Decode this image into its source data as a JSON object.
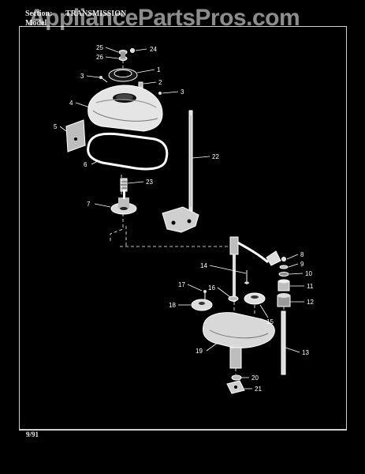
{
  "watermark": "AppliancePartsPros.com",
  "header": {
    "section_label": "Section:",
    "section_value": "TRANSMISSION",
    "model_label": "Model"
  },
  "footer": {
    "date": "9/91"
  },
  "callouts": [
    {
      "id": "c25",
      "text": "25"
    },
    {
      "id": "c24",
      "text": "24"
    },
    {
      "id": "c26",
      "text": "26"
    },
    {
      "id": "c1",
      "text": "1"
    },
    {
      "id": "c3a",
      "text": "3"
    },
    {
      "id": "c2",
      "text": "2"
    },
    {
      "id": "c3b",
      "text": "3"
    },
    {
      "id": "c4",
      "text": "4"
    },
    {
      "id": "c5",
      "text": "5"
    },
    {
      "id": "c6",
      "text": "6"
    },
    {
      "id": "c22",
      "text": "22"
    },
    {
      "id": "c23",
      "text": "23"
    },
    {
      "id": "c7",
      "text": "7"
    },
    {
      "id": "c8",
      "text": "8"
    },
    {
      "id": "c9",
      "text": "9"
    },
    {
      "id": "c10",
      "text": "10"
    },
    {
      "id": "c14",
      "text": "14"
    },
    {
      "id": "c11",
      "text": "11"
    },
    {
      "id": "c17",
      "text": "17"
    },
    {
      "id": "c16",
      "text": "16"
    },
    {
      "id": "c12",
      "text": "12"
    },
    {
      "id": "c18",
      "text": "18"
    },
    {
      "id": "c15",
      "text": "15"
    },
    {
      "id": "c19",
      "text": "19"
    },
    {
      "id": "c13",
      "text": "13"
    },
    {
      "id": "c20",
      "text": "20"
    },
    {
      "id": "c21",
      "text": "21"
    }
  ]
}
